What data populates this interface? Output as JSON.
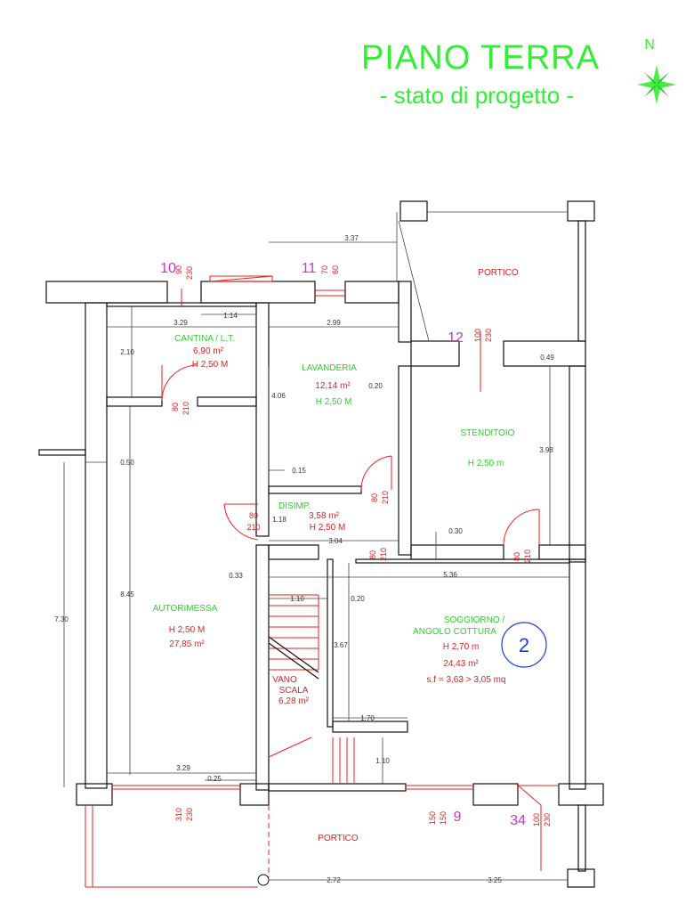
{
  "header": {
    "title": "PIANO TERRA",
    "subtitle": "- stato di  progetto -",
    "north_label": "N",
    "accent_color": "#33ee33"
  },
  "rooms": {
    "cantina": {
      "name": "CANTINA / L.T.",
      "area": "6,90 m²",
      "height": "H 2,50 M"
    },
    "lavanderia": {
      "name": "LAVANDERIA",
      "area": "12,14 m²",
      "height": "H 2,50 M"
    },
    "stenditoio": {
      "name": "STENDITOIO",
      "height": "H 2,50 m"
    },
    "disimp": {
      "name": "DISIMP.",
      "area": "3,58 m²",
      "height": "H 2,50 M"
    },
    "autorimessa": {
      "name": "AUTORIMESSA",
      "height": "H 2,50 M",
      "area": "27,85 m²"
    },
    "vano_scala": {
      "name_line1": "VANO",
      "name_line2": "SCALA",
      "area": "6,28 m²"
    },
    "soggiorno": {
      "name_line1": "SOGGIORNO /",
      "name_line2": "ANGOLO COTTURA",
      "height": "H 2,70 m",
      "area": "24,43 m²",
      "note": "s.f = 3,63  > 3,05 mq"
    },
    "portico_top": {
      "name": "PORTICO"
    },
    "portico_bottom": {
      "name": "PORTICO"
    }
  },
  "badge": {
    "label": "2",
    "color": "#1a3ee6"
  },
  "dimensions": {
    "d337": "3.37",
    "d329a": "3.29",
    "d114": "1.14",
    "d299": "2.99",
    "d210": "2.10",
    "d049": "0.49",
    "d020a": "0.20",
    "d406": "4.06",
    "d398": "3.98",
    "d050": "0.50",
    "d015": "0.15",
    "d118": "1.18",
    "d304": "3.04",
    "d030": "0.30",
    "d033": "0.33",
    "d536": "5.36",
    "d110a": "1.10",
    "d020b": "0.20",
    "d845": "8.45",
    "d730": "7.30",
    "d367": "3.67",
    "d170": "1.70",
    "d110b": "1.10",
    "d329b": "3.29",
    "d025": "0.25",
    "d272": "2.72",
    "d325": "3.25"
  },
  "openings": {
    "o10": {
      "num": "10",
      "a": "90",
      "b": "230"
    },
    "o11": {
      "num": "11",
      "a": "70",
      "b": "60"
    },
    "o12": {
      "num": "12",
      "a": "100",
      "b": "230"
    },
    "o_cantina": {
      "a": "80",
      "b": "210"
    },
    "o_disimp_r": {
      "a": "80",
      "b": "210"
    },
    "o_disimp_l": {
      "a": "80",
      "b": "210"
    },
    "o_disimp_b": {
      "a": "80",
      "b": "210"
    },
    "o_stend": {
      "a": "80",
      "b": "210"
    },
    "o_garage": {
      "a": "310",
      "b": "230"
    },
    "o9": {
      "num": "9",
      "a": "150",
      "b": "150"
    },
    "o34": {
      "num": "34",
      "a": "100",
      "b": "230"
    }
  }
}
